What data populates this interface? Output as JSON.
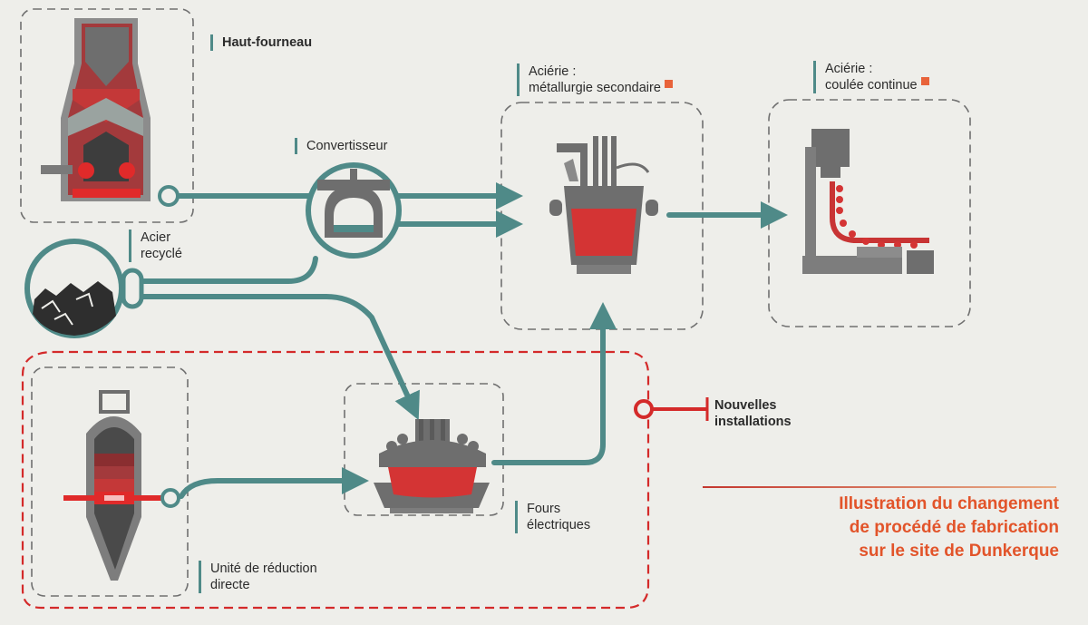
{
  "labels": {
    "blast_furnace": "Haut-fourneau",
    "converter": "Convertisseur",
    "recycled_steel_line1": "Acier",
    "recycled_steel_line2": "recyclé",
    "secondary_metallurgy_line1": "Aciérie :",
    "secondary_metallurgy_line2": "métallurgie secondaire",
    "continuous_casting_line1": "Aciérie :",
    "continuous_casting_line2": "coulée continue",
    "electric_furnaces_line1": "Fours",
    "electric_furnaces_line2": "électriques",
    "direct_reduction_line1": "Unité de réduction",
    "direct_reduction_line2": "directe",
    "new_installations_line1": "Nouvelles",
    "new_installations_line2": "installations"
  },
  "title": {
    "line1": "Illustration du changement",
    "line2": "de procédé de fabrication",
    "line3": "sur le site de Dunkerque"
  },
  "colors": {
    "background": "#eeeeea",
    "flow": "#4f8a88",
    "accent_red": "#d42a2a",
    "title_orange": "#e2542a",
    "equipment_gray": "#7d7d7d"
  }
}
